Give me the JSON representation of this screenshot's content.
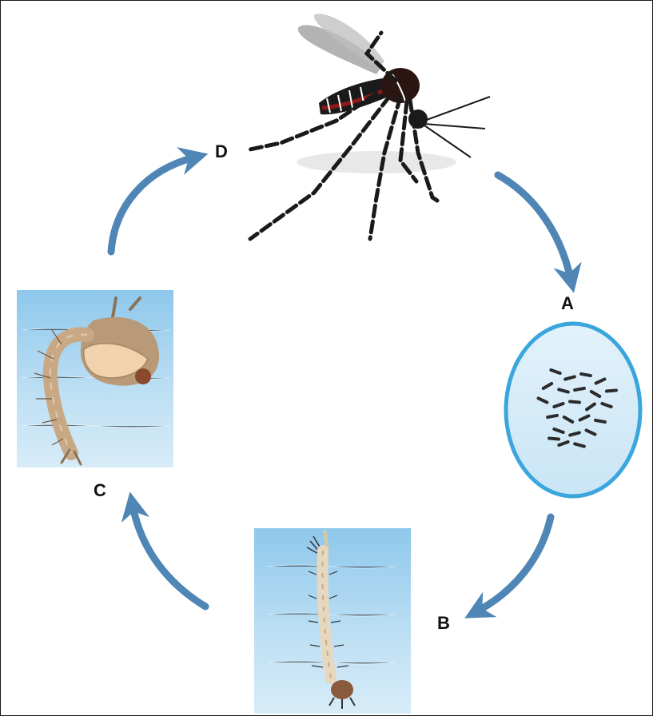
{
  "diagram": {
    "stages": [
      {
        "label": "A",
        "depicts": "eggs"
      },
      {
        "label": "B",
        "depicts": "larva"
      },
      {
        "label": "C",
        "depicts": "pupa"
      },
      {
        "label": "D",
        "depicts": "adult-mosquito"
      }
    ]
  },
  "colors": {
    "arrow": "#4f86b5",
    "water_light": "#cde6f6",
    "water_dark": "#7fbde6",
    "egg_ring": "#3aa6dd",
    "egg": "#2b2b2b",
    "pupa_body": "#c9a985",
    "larva_body": "#e6d7bf",
    "mosquito_body": "#1a1a1a"
  }
}
